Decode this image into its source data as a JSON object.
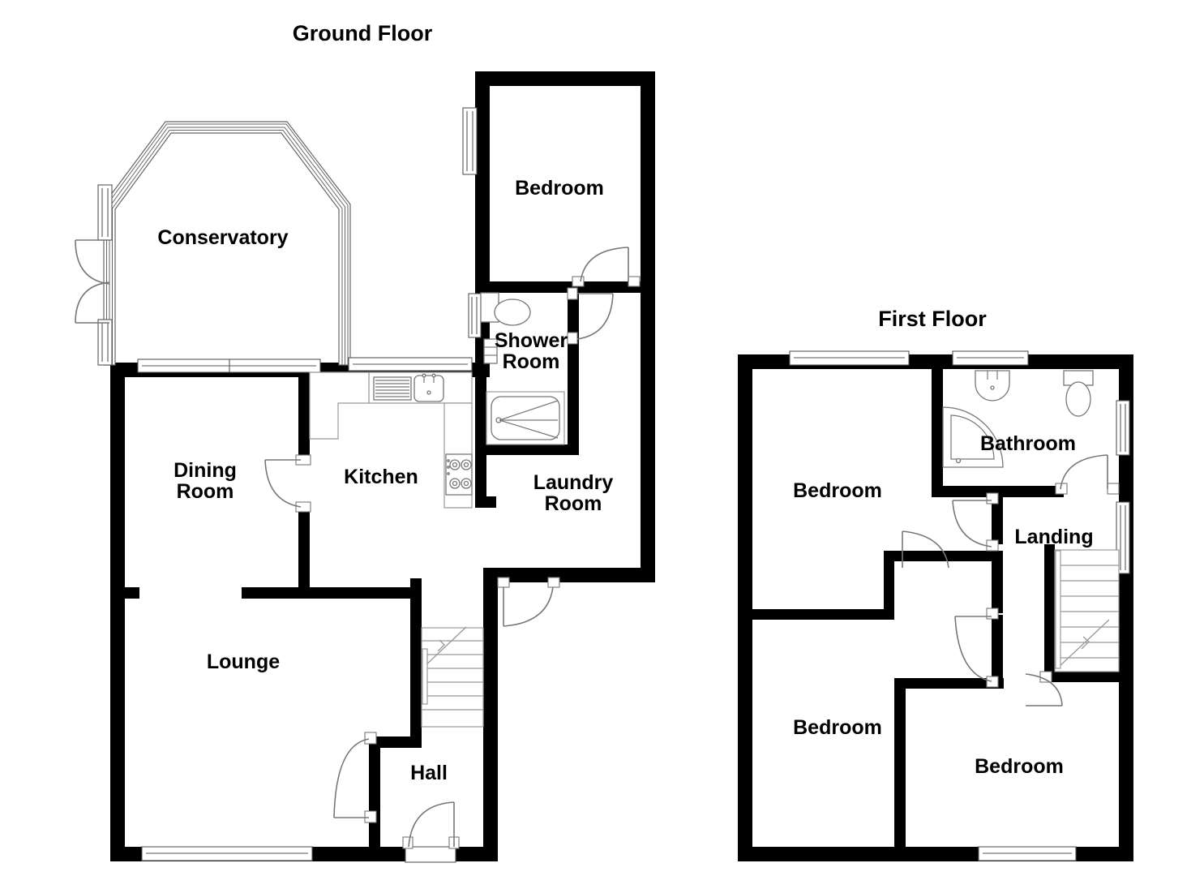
{
  "document": {
    "type": "residential-floor-plan",
    "background_color": "#ffffff",
    "wall_color": "#000000",
    "floor_color": "#ffffff",
    "line_color": "#777777"
  },
  "floors": [
    {
      "id": "ground",
      "title": "Ground Floor",
      "rooms": [
        {
          "id": "conservatory",
          "label": "Conservatory"
        },
        {
          "id": "dining-room",
          "label": "Dining\nRoom",
          "line1": "Dining",
          "line2": "Room"
        },
        {
          "id": "kitchen",
          "label": "Kitchen"
        },
        {
          "id": "shower-room",
          "label": "Shower\nRoom",
          "line1": "Shower",
          "line2": "Room"
        },
        {
          "id": "bedroom-ground",
          "label": "Bedroom"
        },
        {
          "id": "laundry-room",
          "label": "Laundry\nRoom",
          "line1": "Laundry",
          "line2": "Room"
        },
        {
          "id": "lounge",
          "label": "Lounge"
        },
        {
          "id": "hall",
          "label": "Hall"
        }
      ],
      "fixtures": [
        {
          "id": "kitchen-sink",
          "name": "sink-fixture"
        },
        {
          "id": "kitchen-drainer",
          "name": "draining-board-fixture"
        },
        {
          "id": "kitchen-hob",
          "name": "hob-fixture"
        },
        {
          "id": "shower-wc",
          "name": "toilet-fixture"
        },
        {
          "id": "laundry-shower",
          "name": "shower-tray-fixture"
        },
        {
          "id": "ground-staircase",
          "name": "staircase"
        }
      ]
    },
    {
      "id": "first",
      "title": "First Floor",
      "rooms": [
        {
          "id": "bedroom-1",
          "label": "Bedroom"
        },
        {
          "id": "bathroom",
          "label": "Bathroom"
        },
        {
          "id": "landing",
          "label": "Landing"
        },
        {
          "id": "bedroom-2",
          "label": "Bedroom"
        },
        {
          "id": "bedroom-3",
          "label": "Bedroom"
        }
      ],
      "fixtures": [
        {
          "id": "bath-basin",
          "name": "wash-basin-fixture"
        },
        {
          "id": "bath-wc",
          "name": "toilet-fixture"
        },
        {
          "id": "bath-shower",
          "name": "corner-shower-fixture"
        },
        {
          "id": "first-staircase",
          "name": "staircase"
        }
      ]
    }
  ]
}
